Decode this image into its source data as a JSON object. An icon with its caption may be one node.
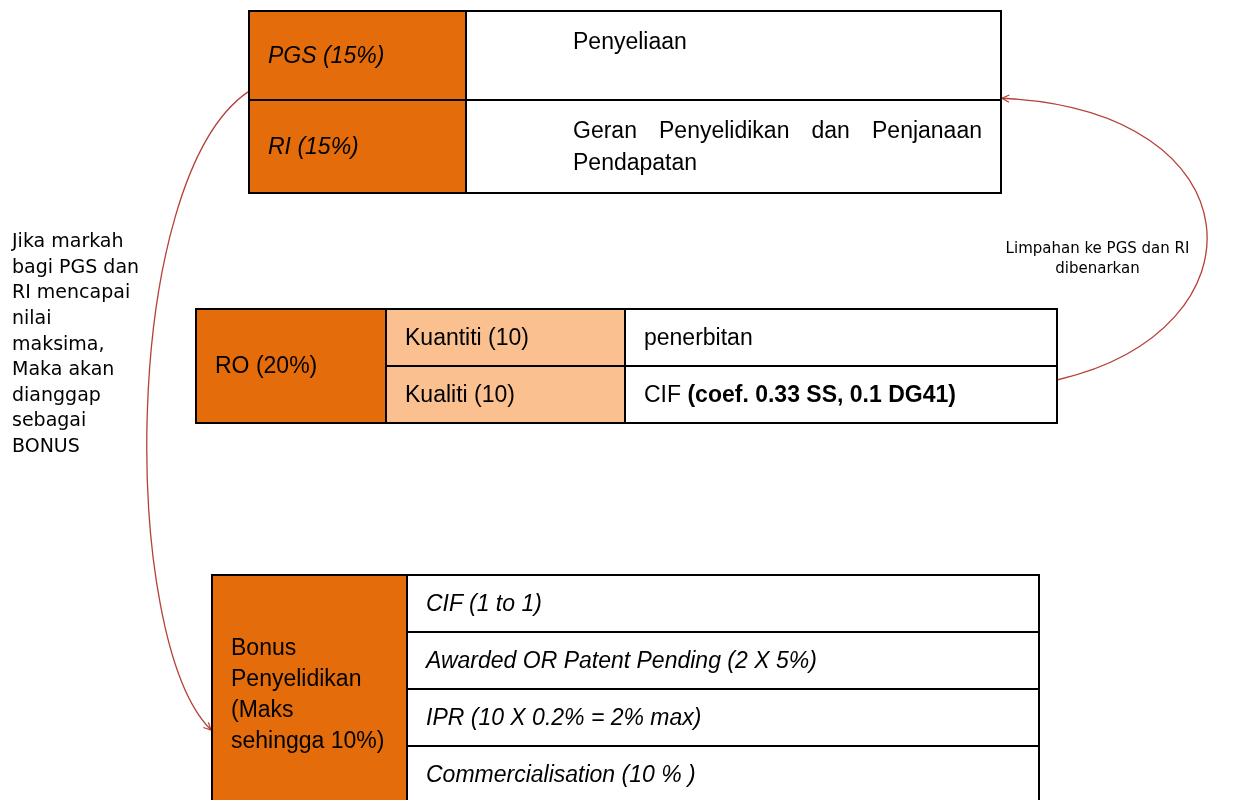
{
  "diagram": {
    "nodes": [
      {
        "text": [
          "PGS (15%)"
        ]
      },
      {
        "text": [
          "Penyeliaan"
        ]
      },
      {
        "text": [
          "RI (15%)"
        ]
      },
      {
        "text": [
          "Geran Penyelidikan dan Penjanaan Pendapatan"
        ]
      },
      {
        "text": [
          "RO (20%)"
        ]
      },
      {
        "text": [
          "Kuantiti (10)"
        ]
      },
      {
        "text": [
          "penerbitan"
        ]
      },
      {
        "text": [
          "Kualiti (10)"
        ]
      },
      {
        "text": [
          "CIF **(coef. 0.33 SS, 0.1 DG41)**"
        ]
      },
      {
        "text": [
          "Bonus Penyelidikan (Maks sehingga 10%)"
        ]
      },
      {
        "text": [
          "CIF (1 to 1)"
        ]
      },
      {
        "text": [
          "Awarded OR Patent Pending (2 X 5%)"
        ]
      },
      {
        "text": [
          "IPR (10 X 0.2% = 2% max)"
        ]
      },
      {
        "text": [
          "Commercialisation (10 % )"
        ]
      }
    ],
    "edges": [
      {
        "from": 0,
        "to": 9,
        "arrow": "to",
        "label": "Jika markah bagi PGS dan RI mencapai nilai maksima, Maka akan dianggap sebagai BONUS"
      },
      {
        "from": 8,
        "to": 1,
        "arrow": "to",
        "label": "Limpahan ke PGS dan RI dibenarkan"
      }
    ]
  }
}
